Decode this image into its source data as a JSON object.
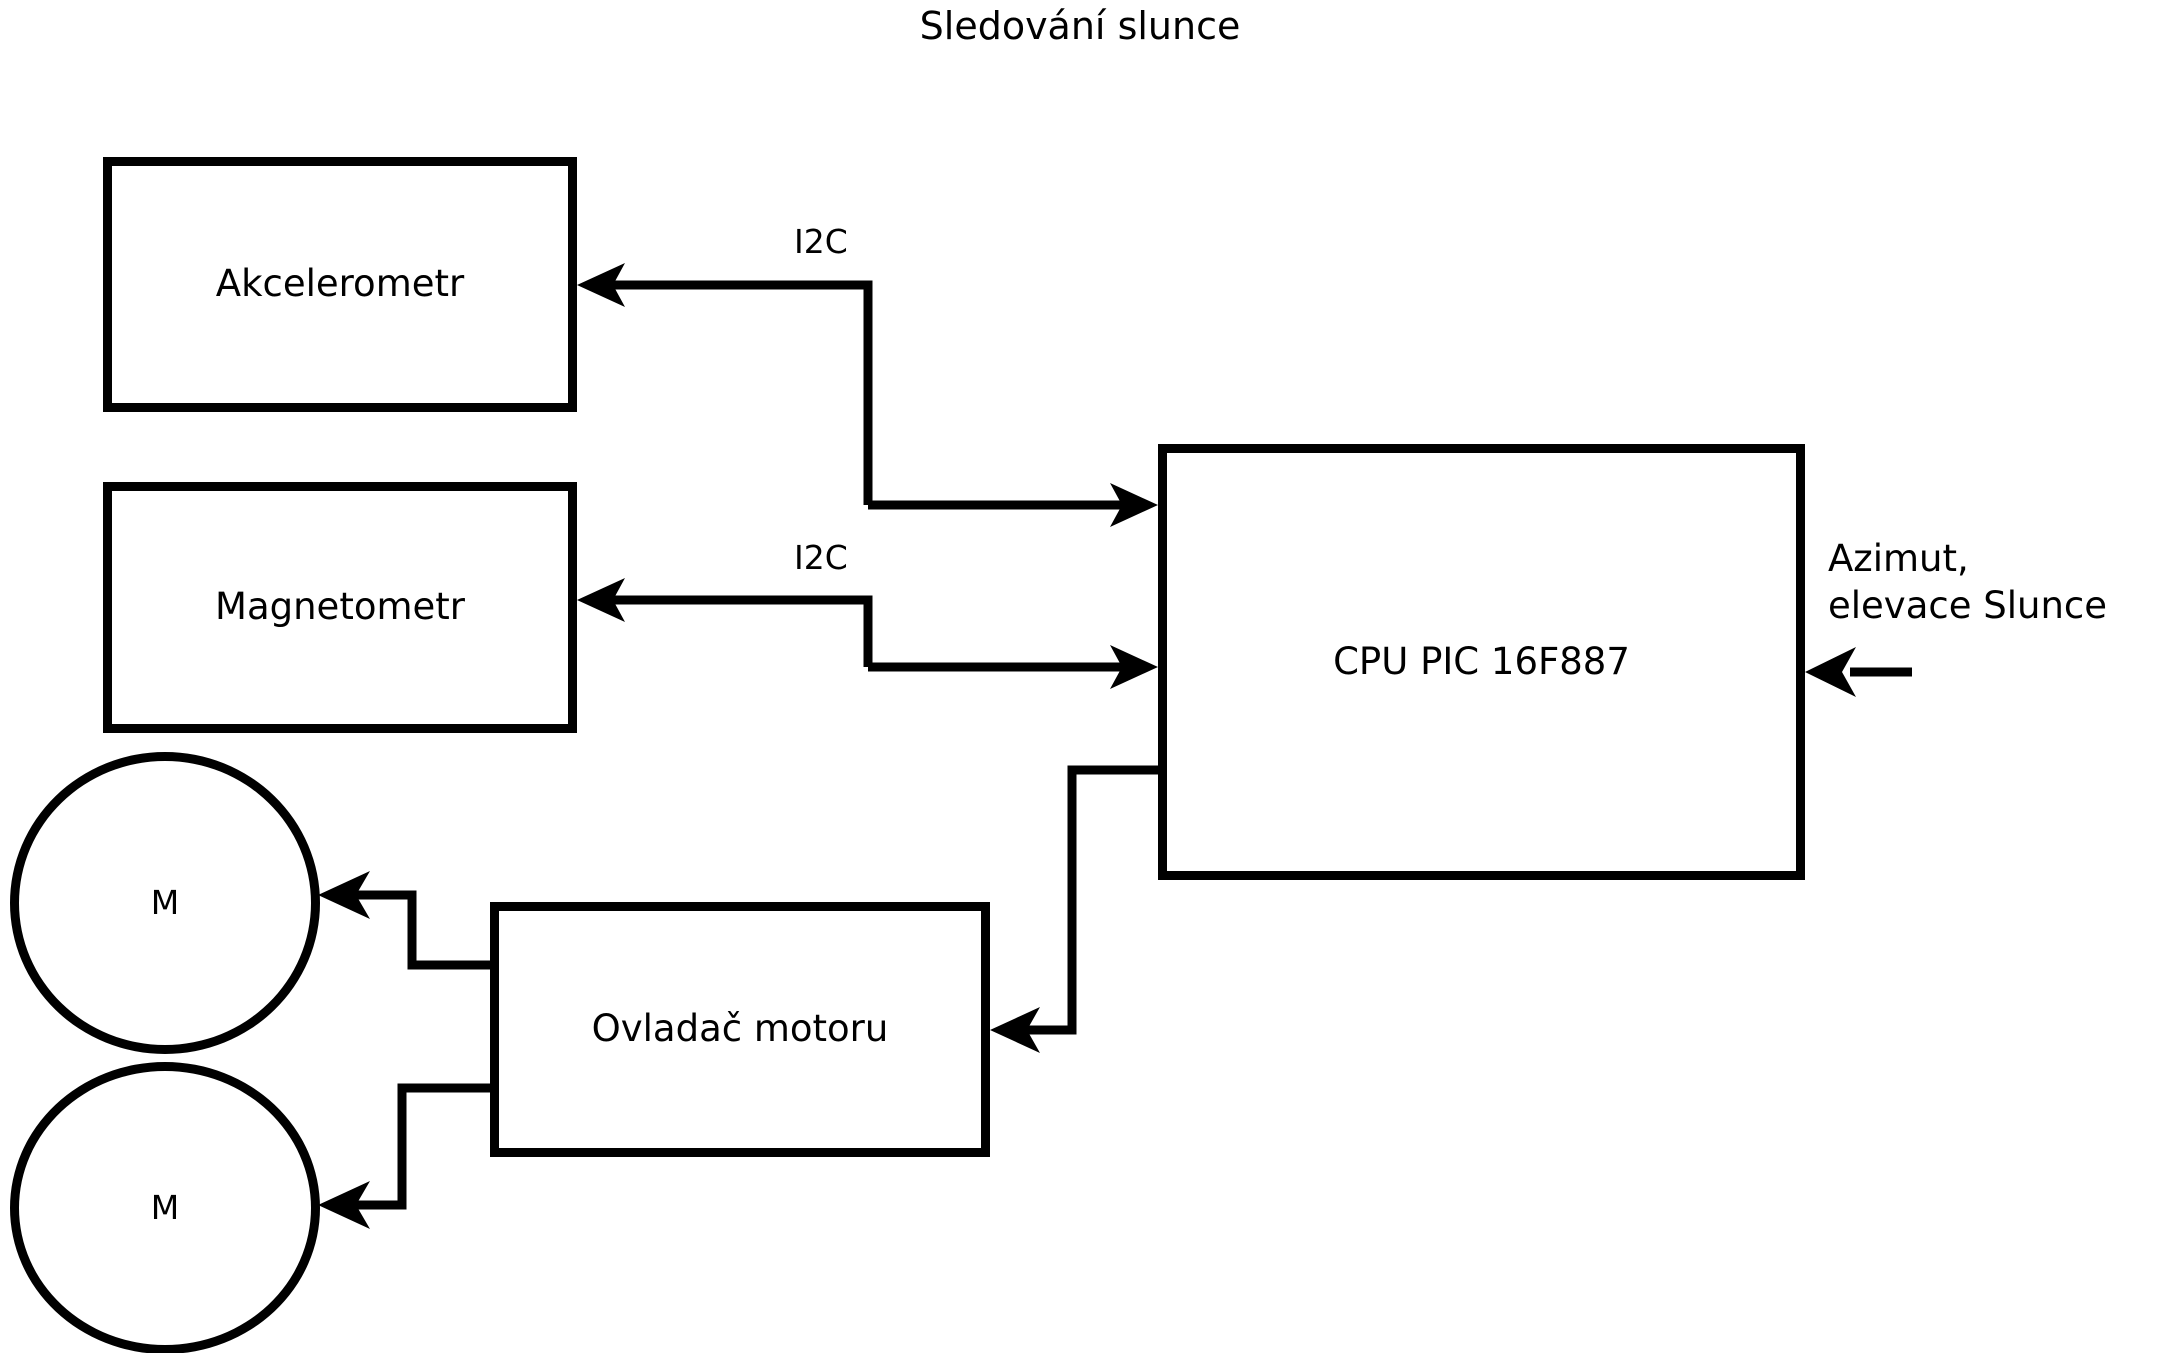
{
  "diagram": {
    "title": "Sledování slunce",
    "type": "block-diagram",
    "background_color": "#ffffff",
    "line_color": "#000000",
    "nodes": [
      {
        "id": "akcelerometr",
        "label": "Akcelerometr",
        "shape": "rectangle"
      },
      {
        "id": "magnetometr",
        "label": "Magnetometr",
        "shape": "rectangle"
      },
      {
        "id": "cpu",
        "label": "CPU PIC 16F887",
        "shape": "rectangle"
      },
      {
        "id": "ovladac-motoru",
        "label": "Ovladač motoru",
        "shape": "rectangle"
      },
      {
        "id": "motor-1",
        "label": "M",
        "shape": "circle"
      },
      {
        "id": "motor-2",
        "label": "M",
        "shape": "circle"
      }
    ],
    "edges": [
      {
        "id": "cpu-akcelerometr",
        "from": "cpu",
        "to": "akcelerometr",
        "label": "I2C",
        "direction": "to-target"
      },
      {
        "id": "akcelerometr-cpu",
        "from": "akcelerometr",
        "to": "cpu",
        "label": "",
        "direction": "to-target"
      },
      {
        "id": "cpu-magnetometr",
        "from": "cpu",
        "to": "magnetometr",
        "label": "I2C",
        "direction": "to-target"
      },
      {
        "id": "magnetometr-cpu",
        "from": "magnetometr",
        "to": "cpu",
        "label": "",
        "direction": "to-target"
      },
      {
        "id": "cpu-ovladac",
        "from": "cpu",
        "to": "ovladac-motoru",
        "label": "",
        "direction": "to-target"
      },
      {
        "id": "ovladac-motor-1",
        "from": "ovladac-motoru",
        "to": "motor-1",
        "label": "",
        "direction": "to-target"
      },
      {
        "id": "ovladac-motor-2",
        "from": "ovladac-motoru",
        "to": "motor-2",
        "label": "",
        "direction": "to-target"
      },
      {
        "id": "external-input-cpu",
        "from": "external",
        "to": "cpu",
        "label": "Azimut, elevace Slunce",
        "direction": "to-target"
      }
    ],
    "edge_labels": {
      "i2c_upper": "I2C",
      "i2c_lower": "I2C"
    },
    "external_input": {
      "line1": "Azimut,",
      "line2": "elevace Slunce"
    }
  }
}
